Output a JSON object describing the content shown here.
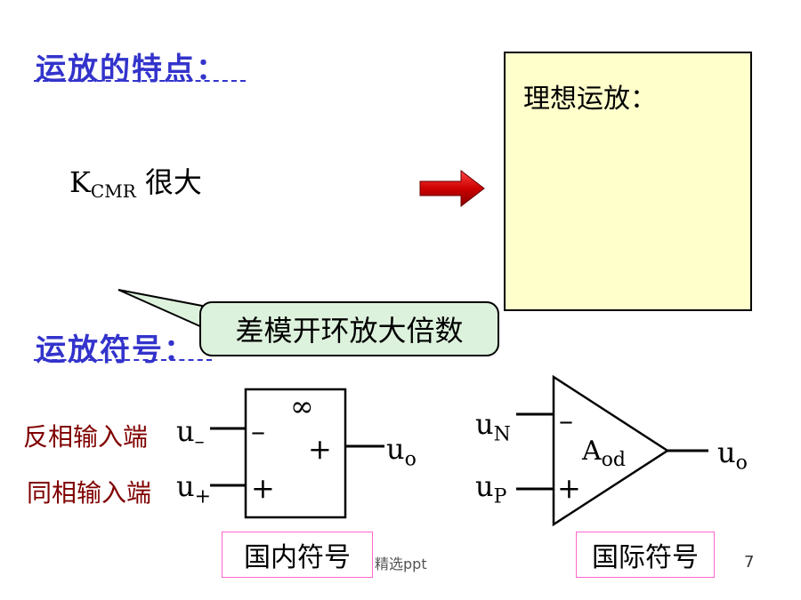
{
  "headings": {
    "features": "运放的特点：",
    "symbols": "运放符号："
  },
  "kcmr": {
    "main": "K",
    "sub": "CMR",
    "tail": " 很大"
  },
  "ideal_box": {
    "title": "理想运放："
  },
  "callout": {
    "text": "差模开环放大倍数"
  },
  "domestic": {
    "inverting_label": "反相输入端",
    "noninverting_label": "同相输入端",
    "input_minus_main": "u",
    "input_minus_sub": "–",
    "input_plus_main": "u",
    "input_plus_sub": "+",
    "infinity": "∞",
    "box_minus": "–",
    "box_plus_out": "+",
    "box_plus_in": "+",
    "output_main": "u",
    "output_sub": "o",
    "caption": "国内符号"
  },
  "international": {
    "inN_main": "u",
    "inN_sub": "N",
    "inP_main": "u",
    "inP_sub": "P",
    "minus": "–",
    "plus": "+",
    "gain_main": "A",
    "gain_sub": "od",
    "output_main": "u",
    "output_sub": "o",
    "caption": "国际符号"
  },
  "footer": {
    "text": "精选ppt",
    "page": "7"
  },
  "colors": {
    "heading": "#3333cc",
    "ideal_box_fill": "#ffffcc",
    "callout_fill": "#ddf2dd",
    "arrow": "#cc0000",
    "port_label": "#800000",
    "caption_border": "#ff66cc"
  }
}
